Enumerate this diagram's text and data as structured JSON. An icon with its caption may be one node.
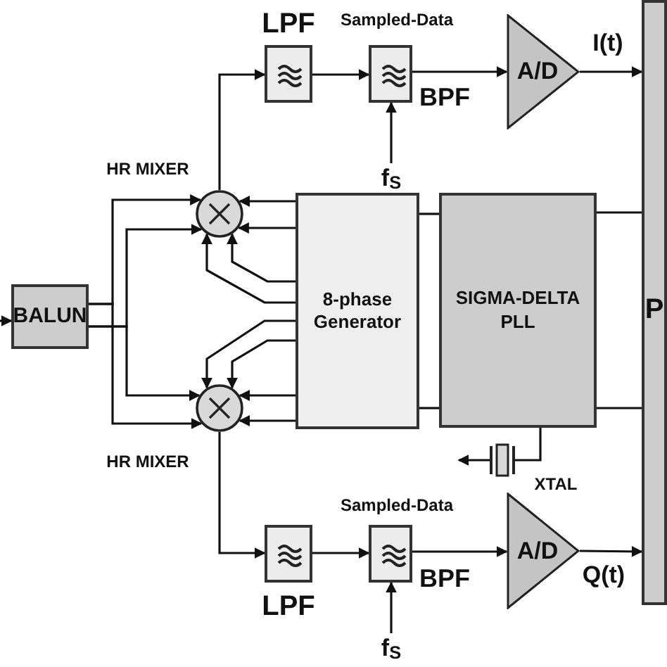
{
  "diagram": {
    "nodes": [
      {
        "text": [
          "BALUN"
        ]
      },
      {
        "text": [
          "HR MIXER"
        ]
      },
      {
        "text": [
          "HR MIXER"
        ]
      },
      {
        "text": [
          "LPF"
        ]
      },
      {
        "text": [
          "Sampled-Data",
          "BPF"
        ]
      },
      {
        "text": [
          "f$_{S}$"
        ]
      },
      {
        "text": [
          "A/D"
        ]
      },
      {
        "text": [
          "8-phase Generator"
        ]
      },
      {
        "text": [
          "SIGMA-DELTA PLL"
        ]
      },
      {
        "text": [
          "P"
        ]
      },
      {
        "text": [],
        "shape": "crystal"
      },
      {
        "text": [
          "LPF"
        ]
      },
      {
        "text": [
          "Sampled-Data",
          "BPF"
        ]
      },
      {
        "text": [
          "f$_{S}$"
        ]
      },
      {
        "text": [
          "A/D"
        ]
      }
    ],
    "edges": [
      {
        "from": null,
        "to": 0,
        "arrow": "to"
      },
      {
        "from": 0,
        "to": 1,
        "arrow": "to"
      },
      {
        "from": 0,
        "to": 1,
        "arrow": "to"
      },
      {
        "from": 0,
        "to": 2,
        "arrow": "to"
      },
      {
        "from": 0,
        "to": 2,
        "arrow": "to"
      },
      {
        "from": 7,
        "to": 1,
        "arrow": "to"
      },
      {
        "from": 7,
        "to": 1,
        "arrow": "to"
      },
      {
        "from": 7,
        "to": 1,
        "arrow": "to"
      },
      {
        "from": 7,
        "to": 1,
        "arrow": "to"
      },
      {
        "from": 7,
        "to": 2,
        "arrow": "to"
      },
      {
        "from": 7,
        "to": 2,
        "arrow": "to"
      },
      {
        "from": 7,
        "to": 2,
        "arrow": "to"
      },
      {
        "from": 7,
        "to": 2,
        "arrow": "to"
      },
      {
        "from": 1,
        "to": 3,
        "arrow": "to"
      },
      {
        "from": 3,
        "to": 4,
        "arrow": "to"
      },
      {
        "from": 5,
        "to": 4,
        "arrow": "to"
      },
      {
        "from": 4,
        "to": 6,
        "arrow": "to"
      },
      {
        "from": 6,
        "to": 9,
        "arrow": "to",
        "label": "I(t)"
      },
      {
        "from": 7,
        "to": 8,
        "arrow": "none"
      },
      {
        "from": 7,
        "to": 8,
        "arrow": "none"
      },
      {
        "from": 8,
        "to": 9,
        "arrow": "none"
      },
      {
        "from": 8,
        "to": 9,
        "arrow": "none"
      },
      {
        "from": 8,
        "to": 10,
        "arrow": "none"
      },
      {
        "from": 10,
        "to": null,
        "arrow": "to"
      },
      {
        "from": 2,
        "to": 11,
        "arrow": "to"
      },
      {
        "from": 11,
        "to": 12,
        "arrow": "to"
      },
      {
        "from": 13,
        "to": 12,
        "arrow": "to"
      },
      {
        "from": 12,
        "to": 14,
        "arrow": "to"
      },
      {
        "from": 14,
        "to": 9,
        "arrow": "to",
        "label": "Q(t)"
      }
    ],
    "labels": [
      "XTAL"
    ]
  }
}
